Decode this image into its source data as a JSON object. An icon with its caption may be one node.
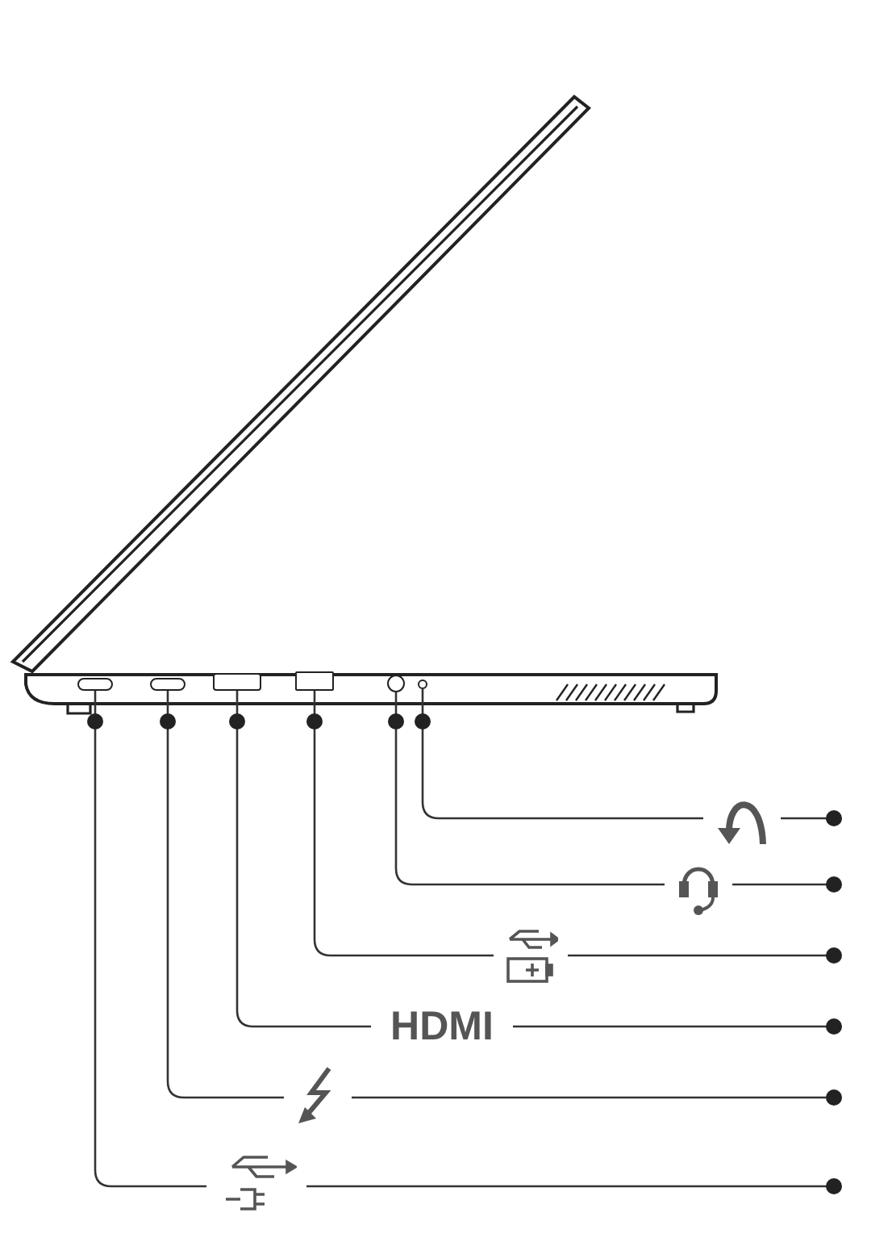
{
  "diagram": {
    "nodes": [
      {
        "text": [],
        "shape": "box"
      },
      {
        "text": [],
        "shape": "box"
      },
      {
        "text": [],
        "shape": "box"
      },
      {
        "text": [],
        "shape": "box"
      },
      {
        "text": [],
        "shape": "circle"
      },
      {
        "text": [],
        "shape": "circle"
      },
      {
        "text": [],
        "shape": "icon"
      },
      {
        "text": [],
        "shape": "icon"
      },
      {
        "text": [],
        "shape": "icon"
      },
      {
        "text": [
          "HDMI"
        ]
      },
      {
        "text": [],
        "shape": "icon"
      },
      {
        "text": [],
        "shape": "icon"
      }
    ],
    "edges": [
      {
        "from": 6,
        "to": 5,
        "arrow": "other"
      },
      {
        "from": 6,
        "to": null,
        "arrow": "other"
      },
      {
        "from": 7,
        "to": 4,
        "arrow": "other"
      },
      {
        "from": 7,
        "to": null,
        "arrow": "other"
      },
      {
        "from": 8,
        "to": 3,
        "arrow": "other"
      },
      {
        "from": 8,
        "to": null,
        "arrow": "other"
      },
      {
        "from": 9,
        "to": 2,
        "arrow": "other"
      },
      {
        "from": 9,
        "to": null,
        "arrow": "other"
      },
      {
        "from": 10,
        "to": 1,
        "arrow": "other"
      },
      {
        "from": 10,
        "to": null,
        "arrow": "other"
      },
      {
        "from": 11,
        "to": 0,
        "arrow": "other"
      },
      {
        "from": 11,
        "to": null,
        "arrow": "other"
      }
    ]
  }
}
